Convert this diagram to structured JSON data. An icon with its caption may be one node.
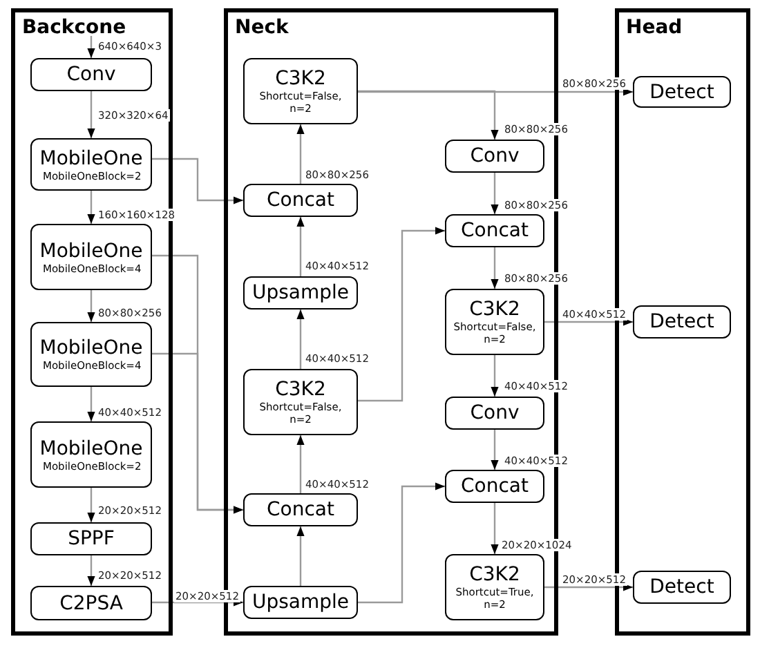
{
  "diagram": {
    "nodes": [
      {
        "text": [
          "Backcone"
        ]
      },
      {
        "text": [
          "Conv"
        ],
        "in": 0
      },
      {
        "text": [
          "MobileOne",
          "MobileOneBlock=2"
        ],
        "in": 0
      },
      {
        "text": [
          "MobileOne",
          "MobileOneBlock=4"
        ],
        "in": 0
      },
      {
        "text": [
          "MobileOne",
          "MobileOneBlock=4"
        ],
        "in": 0
      },
      {
        "text": [
          "MobileOne",
          "MobileOneBlock=2"
        ],
        "in": 0
      },
      {
        "text": [
          "SPPF"
        ],
        "in": 0
      },
      {
        "text": [
          "C2PSA"
        ],
        "in": 0
      },
      {
        "text": [
          "Neck"
        ]
      },
      {
        "text": [
          "C3K2",
          "Shortcut=False, n=2"
        ],
        "in": 8
      },
      {
        "text": [
          "Concat"
        ],
        "in": 8
      },
      {
        "text": [
          "Upsample"
        ],
        "in": 8
      },
      {
        "text": [
          "C3K2",
          "Shortcut=False, n=2"
        ],
        "in": 8
      },
      {
        "text": [
          "Concat"
        ],
        "in": 8
      },
      {
        "text": [
          "Upsample"
        ],
        "in": 8
      },
      {
        "text": [
          "Conv"
        ],
        "in": 8
      },
      {
        "text": [
          "Concat"
        ],
        "in": 8
      },
      {
        "text": [
          "C3K2",
          "Shortcut=False, n=2"
        ],
        "in": 8
      },
      {
        "text": [
          "Conv"
        ],
        "in": 8
      },
      {
        "text": [
          "Concat"
        ],
        "in": 8
      },
      {
        "text": [
          "C3K2",
          "Shortcut=True, n=2"
        ],
        "in": 8
      },
      {
        "text": [
          "Head"
        ]
      },
      {
        "text": [
          "Detect"
        ],
        "in": 21
      },
      {
        "text": [
          "Detect"
        ],
        "in": 21
      },
      {
        "text": [
          "Detect"
        ],
        "in": 21
      }
    ],
    "edges": [
      {
        "from": null,
        "to": 1,
        "arrow": "to",
        "label": "640×640×3"
      },
      {
        "from": 1,
        "to": 2,
        "arrow": "to",
        "label": "320×320×64"
      },
      {
        "from": 2,
        "to": 3,
        "arrow": "to",
        "label": "160×160×128"
      },
      {
        "from": 3,
        "to": 4,
        "arrow": "to",
        "label": "80×80×256"
      },
      {
        "from": 4,
        "to": 5,
        "arrow": "to",
        "label": "40×40×512"
      },
      {
        "from": 5,
        "to": 6,
        "arrow": "to",
        "label": "20×20×512"
      },
      {
        "from": 6,
        "to": 7,
        "arrow": "to",
        "label": "20×20×512"
      },
      {
        "from": 2,
        "to": 10,
        "arrow": "to"
      },
      {
        "from": 3,
        "to": 13,
        "arrow": "to"
      },
      {
        "from": 4,
        "to": 13,
        "arrow": "to"
      },
      {
        "from": 7,
        "to": 14,
        "arrow": "to",
        "label": "20×20×512"
      },
      {
        "from": 14,
        "to": 13,
        "arrow": "to"
      },
      {
        "from": 13,
        "to": 12,
        "arrow": "to",
        "label": "40×40×512"
      },
      {
        "from": 12,
        "to": 11,
        "arrow": "to",
        "label": "40×40×512"
      },
      {
        "from": 11,
        "to": 10,
        "arrow": "to",
        "label": "40×40×512"
      },
      {
        "from": 10,
        "to": 9,
        "arrow": "to",
        "label": "80×80×256"
      },
      {
        "from": 9,
        "to": 22,
        "arrow": "to",
        "label": "80×80×256"
      },
      {
        "from": 9,
        "to": 15,
        "arrow": "to",
        "label": "80×80×256"
      },
      {
        "from": 15,
        "to": 16,
        "arrow": "to",
        "label": "80×80×256"
      },
      {
        "from": 12,
        "to": 16,
        "arrow": "to"
      },
      {
        "from": 16,
        "to": 17,
        "arrow": "to",
        "label": "80×80×256"
      },
      {
        "from": 17,
        "to": 23,
        "arrow": "to",
        "label": "40×40×512"
      },
      {
        "from": 17,
        "to": 18,
        "arrow": "to",
        "label": "40×40×512"
      },
      {
        "from": 18,
        "to": 19,
        "arrow": "to",
        "label": "40×40×512"
      },
      {
        "from": 14,
        "to": 19,
        "arrow": "to"
      },
      {
        "from": 19,
        "to": 20,
        "arrow": "to",
        "label": "20×20×1024"
      },
      {
        "from": 20,
        "to": 24,
        "arrow": "to",
        "label": "20×20×512"
      }
    ]
  }
}
